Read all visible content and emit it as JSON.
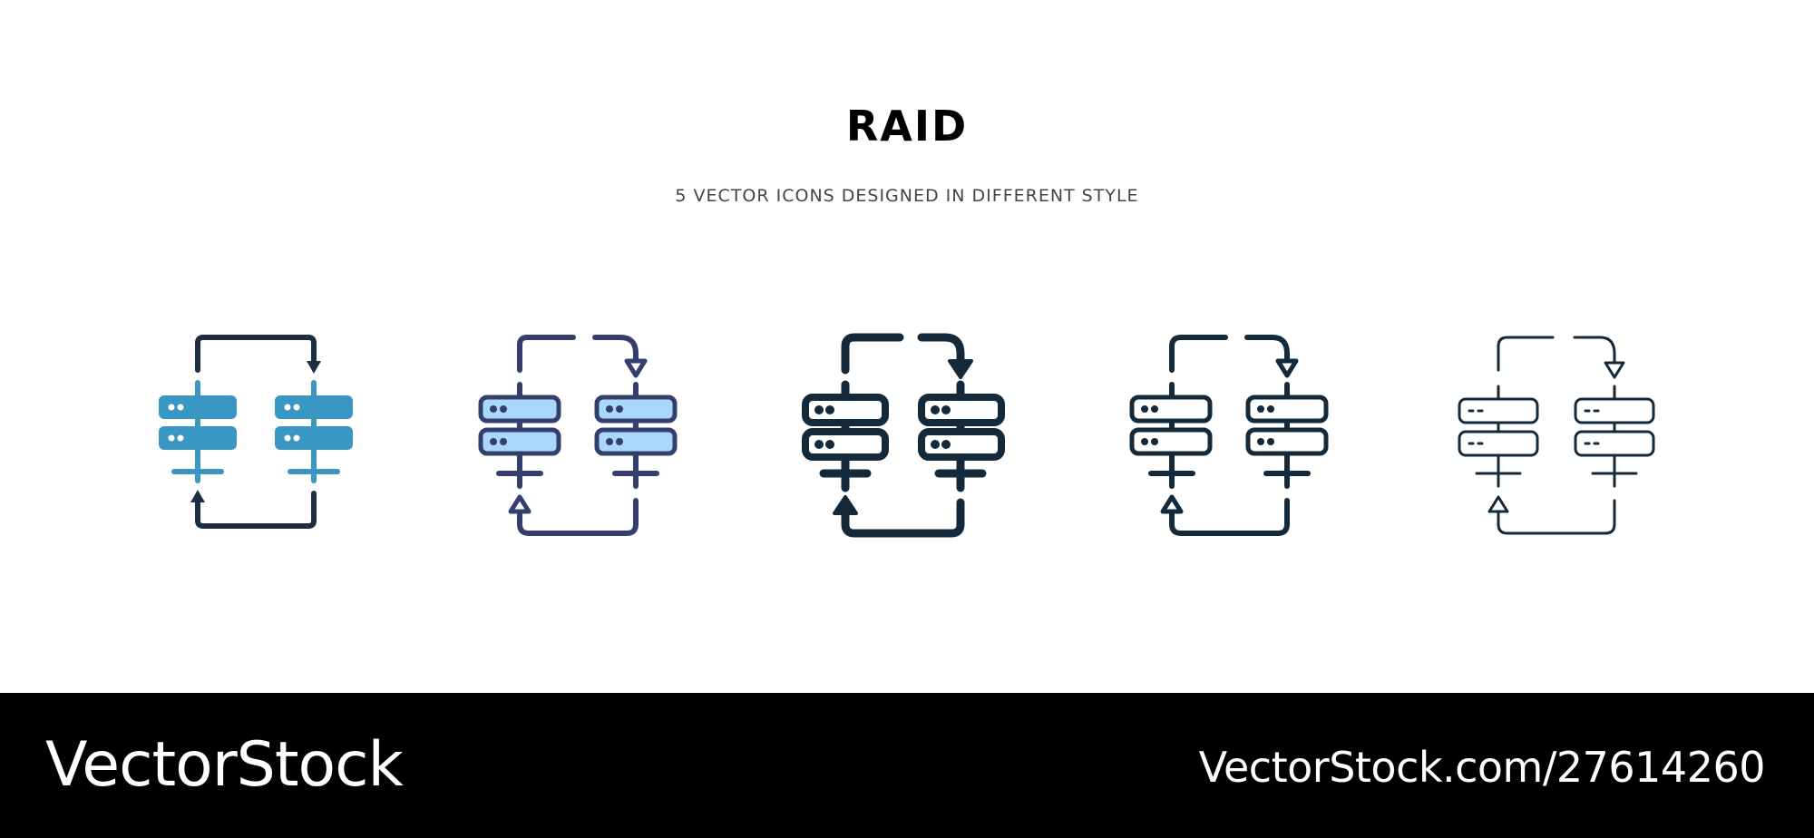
{
  "header": {
    "title": "RAID",
    "subtitle": "5 VECTOR ICONS DESIGNED IN DIFFERENT STYLE"
  },
  "icons": [
    {
      "name": "raid-icon",
      "style": "flat",
      "fill": "#3a97c4",
      "stroke": "#1d2e42"
    },
    {
      "name": "raid-icon",
      "style": "filled-outline",
      "fill": "#a9d8fb",
      "stroke": "#353f6e"
    },
    {
      "name": "raid-icon",
      "style": "bold-outline",
      "fill": "#ffffff",
      "stroke": "#14293a"
    },
    {
      "name": "raid-icon",
      "style": "outline",
      "fill": "#ffffff",
      "stroke": "#14293a"
    },
    {
      "name": "raid-icon",
      "style": "thin-outline",
      "fill": "#ffffff",
      "stroke": "#14293a"
    }
  ],
  "footer": {
    "brand": "VectorStock",
    "url": "VectorStock.com/27614260"
  }
}
